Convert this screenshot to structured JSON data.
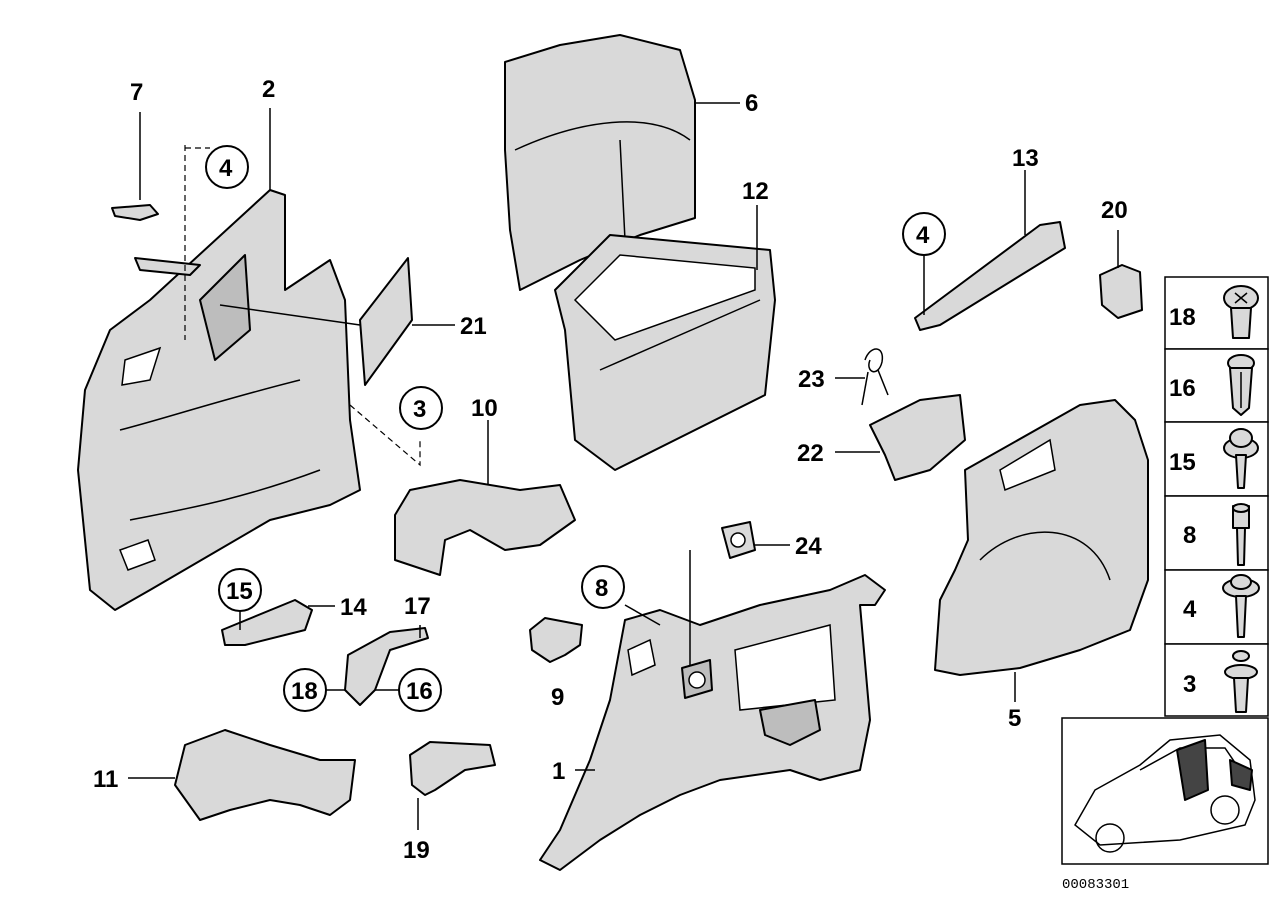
{
  "labels": {
    "n1": "1",
    "n2": "2",
    "n3": "3",
    "n4a": "4",
    "n4b": "4",
    "n5": "5",
    "n6": "6",
    "n7": "7",
    "n8": "8",
    "n9": "9",
    "n10": "10",
    "n11": "11",
    "n12": "12",
    "n13": "13",
    "n14": "14",
    "n15": "15",
    "n16": "16",
    "n17": "17",
    "n18": "18",
    "n19": "19",
    "n20": "20",
    "n21": "21",
    "n22": "22",
    "n23": "23",
    "n24": "24"
  },
  "fastener_table": [
    {
      "label": "18",
      "icon": "cross-head-screw-icon"
    },
    {
      "label": "16",
      "icon": "expanding-rivet-icon"
    },
    {
      "label": "15",
      "icon": "torx-washer-screw-icon"
    },
    {
      "label": "8",
      "icon": "socket-bolt-icon"
    },
    {
      "label": "4",
      "icon": "washer-head-screw-icon"
    },
    {
      "label": "3",
      "icon": "clip-nut-icon"
    }
  ],
  "serial": "00083301"
}
